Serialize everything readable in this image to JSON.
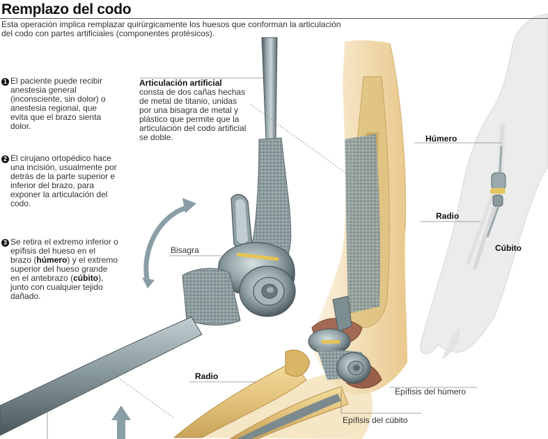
{
  "title": "Remplazo del codo",
  "subtitle": "Esta operación implica remplazar quirúrgicamente los huesos que conforman la articulación del codo con partes artificiales (componentes protésicos).",
  "steps": [
    {
      "num": "1",
      "parts": [
        {
          "t": "El paciente puede recibir anestesia general (inconsciente, sin dolor) o anestesia regional, que evita que el brazo sienta dolor."
        }
      ]
    },
    {
      "num": "2",
      "parts": [
        {
          "t": "El cirujano ortopédico hace una incisión, usualmente por detrás de la parte superior e inferior del brazo, para exponer la articulación del codo."
        }
      ]
    },
    {
      "num": "3",
      "parts": [
        {
          "t": "Se retira el extremo inferior o epífisis del hueso en el brazo ("
        },
        {
          "t": "húmero",
          "b": true
        },
        {
          "t": ") y el extremo superior del hueso grande en el antebrazo ("
        },
        {
          "t": "cúbito",
          "b": true
        },
        {
          "t": "), junto con cualquier tejido dañado."
        }
      ]
    }
  ],
  "callout": {
    "title": "Articulación artificial",
    "text": "consta de dos cañas hechas de metal de titanio, unidas por una bisagra de metal y plástico que permite que la articulación del codo artificial se doble."
  },
  "labels": {
    "bisagra": "Bisagra",
    "radio_main": "Radio",
    "humero_main": "Húmero",
    "radio_body": "Radio",
    "cubito_body": "Cúbito",
    "epifisis_humero": "Epífisis del húmero",
    "epifisis_cubito": "Epífisis del cúbito"
  },
  "colors": {
    "metal": "#7d8e93",
    "metal_dark": "#4f5d62",
    "porous": "#8d9ea0",
    "bone": "#e3c98a",
    "arm_skin": "#f1e2c9",
    "epiphysis": "#a0604c",
    "body_silhouette": "#ededed",
    "arrow": "#8a9ea6"
  }
}
